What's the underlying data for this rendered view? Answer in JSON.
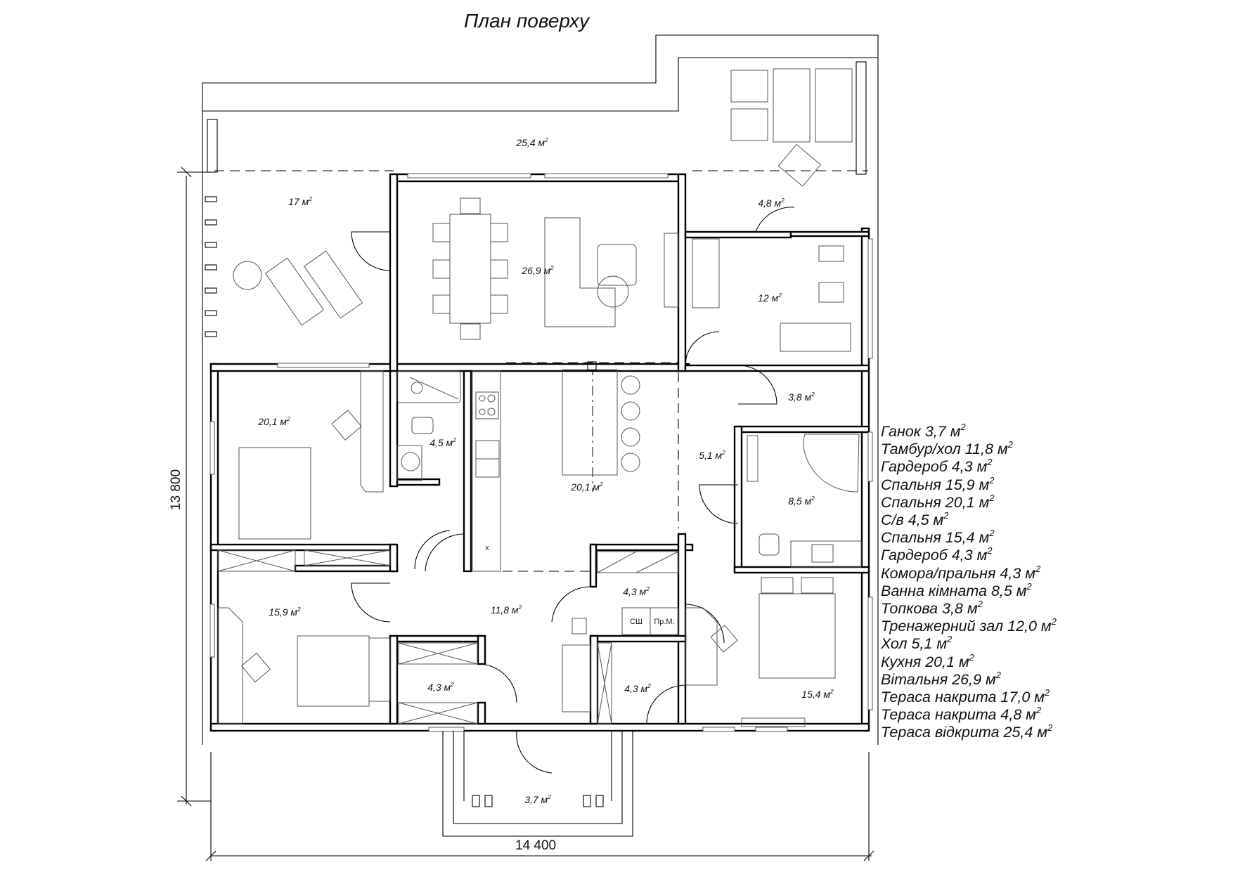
{
  "title": "План поверху",
  "dimensions": {
    "width_label": "14 400",
    "height_label": "13 800"
  },
  "room_areas": {
    "terrace_open": "25,4 м",
    "terrace_covered_left": "17 м",
    "living": "26,9 м",
    "terrace_covered_right": "4,8 м",
    "gym": "12 м",
    "bedroom_20": "20,1 м",
    "wc": "4,5 м",
    "kitchen": "20,1 м",
    "boiler": "3,8 м",
    "hall_5": "5,1 м",
    "bathroom": "8,5 м",
    "bedroom_15_9": "15,9 м",
    "vestibule": "11,8 м",
    "pantry": "4,3 м",
    "wardrobe_left": "4,3 м",
    "wardrobe_right": "4,3 м",
    "bedroom_15_4": "15,4 м",
    "porch": "3,7 м",
    "unit_sup": "2"
  },
  "appliance_labels": {
    "washing_machine": "Пр.М.",
    "dryer": "СШ",
    "fridge_mark": "x"
  },
  "legend": [
    {
      "label": "Ганок 3,7 м"
    },
    {
      "label": "Тамбур/хол 11,8 м"
    },
    {
      "label": "Гардероб 4,3 м"
    },
    {
      "label": "Спальня 15,9 м"
    },
    {
      "label": "Спальня 20,1 м"
    },
    {
      "label": "С/в 4,5 м"
    },
    {
      "label": "Спальня 15,4 м"
    },
    {
      "label": "Гардероб 4,3 м"
    },
    {
      "label": "Комора/пральня 4,3 м"
    },
    {
      "label": "Ванна кімната 8,5 м"
    },
    {
      "label": "Топкова 3,8 м"
    },
    {
      "label": "Тренажерний зал 12,0 м"
    },
    {
      "label": "Хол 5,1 м"
    },
    {
      "label": "Кухня 20,1 м"
    },
    {
      "label": "Вітальня 26,9 м"
    },
    {
      "label": "Тераса накрита 17,0 м"
    },
    {
      "label": "Тераса накрита 4,8 м"
    },
    {
      "label": "Тераса відкрита 25,4 м"
    }
  ],
  "colors": {
    "line": "#000000",
    "furniture": "#555555",
    "background": "#ffffff"
  }
}
